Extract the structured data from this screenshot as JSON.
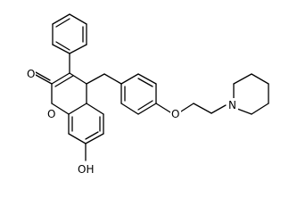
{
  "atoms": {
    "carbonyl_oxygen": "O",
    "ring_oxygen": "O",
    "ether_oxygen": "O",
    "hydroxyl": "OH",
    "piperidine_nitrogen": "N"
  },
  "colors": {
    "bond": "#000000",
    "background": "#ffffff"
  }
}
